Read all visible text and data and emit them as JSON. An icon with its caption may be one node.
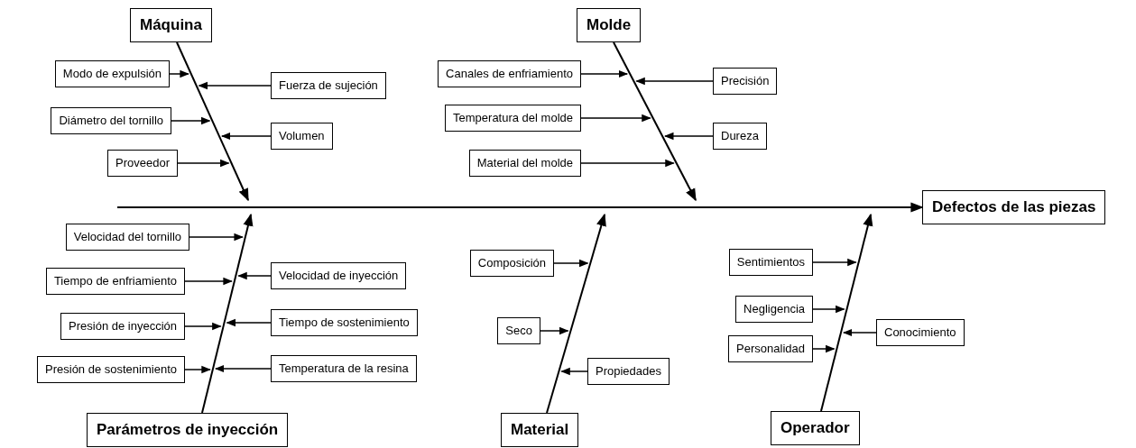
{
  "diagram": {
    "nodes": [
      {
        "text": [
          "Máquina"
        ]
      },
      {
        "text": [
          "Modo de expulsión"
        ]
      },
      {
        "text": [
          "Fuerza de sujeción"
        ]
      },
      {
        "text": [
          "Diámetro del tornillo"
        ]
      },
      {
        "text": [
          "Volumen"
        ]
      },
      {
        "text": [
          "Proveedor"
        ]
      },
      {
        "text": [
          "Molde"
        ]
      },
      {
        "text": [
          "Canales de enfriamiento"
        ]
      },
      {
        "text": [
          "Precisión"
        ]
      },
      {
        "text": [
          "Temperatura del molde"
        ]
      },
      {
        "text": [
          "Dureza"
        ]
      },
      {
        "text": [
          "Material del molde"
        ]
      },
      {
        "text": [
          "Defectos de las piezas"
        ]
      },
      {
        "text": [
          "Velocidad del tornillo"
        ]
      },
      {
        "text": [
          "Tiempo de enfriamiento"
        ]
      },
      {
        "text": [
          "Velocidad de inyección"
        ]
      },
      {
        "text": [
          "Presión de inyección"
        ]
      },
      {
        "text": [
          "Tiempo de sostenimiento"
        ]
      },
      {
        "text": [
          "Presión de sostenimiento"
        ]
      },
      {
        "text": [
          "Temperatura de la resina"
        ]
      },
      {
        "text": [
          "Parámetros de inyección"
        ]
      },
      {
        "text": [
          "Composición"
        ]
      },
      {
        "text": [
          "Seco"
        ]
      },
      {
        "text": [
          "Propiedades"
        ]
      },
      {
        "text": [
          "Material"
        ]
      },
      {
        "text": [
          "Sentimientos"
        ]
      },
      {
        "text": [
          "Negligencia"
        ]
      },
      {
        "text": [
          "Conocimiento"
        ]
      },
      {
        "text": [
          "Personalidad"
        ]
      },
      {
        "text": [
          "Operador"
        ]
      }
    ],
    "edges": [
      {
        "from": null,
        "to": 12,
        "arrow": "to"
      },
      {
        "from": 0,
        "to": null,
        "arrow": "to"
      },
      {
        "from": 1,
        "to": null,
        "arrow": "to"
      },
      {
        "from": 2,
        "to": null,
        "arrow": "to"
      },
      {
        "from": 3,
        "to": null,
        "arrow": "to"
      },
      {
        "from": 4,
        "to": null,
        "arrow": "to"
      },
      {
        "from": 5,
        "to": null,
        "arrow": "to"
      },
      {
        "from": 6,
        "to": null,
        "arrow": "to"
      },
      {
        "from": 7,
        "to": null,
        "arrow": "to"
      },
      {
        "from": 8,
        "to": null,
        "arrow": "to"
      },
      {
        "from": 9,
        "to": null,
        "arrow": "to"
      },
      {
        "from": 10,
        "to": null,
        "arrow": "to"
      },
      {
        "from": 11,
        "to": null,
        "arrow": "to"
      },
      {
        "from": 20,
        "to": null,
        "arrow": "to"
      },
      {
        "from": 13,
        "to": null,
        "arrow": "to"
      },
      {
        "from": 14,
        "to": null,
        "arrow": "to"
      },
      {
        "from": 15,
        "to": null,
        "arrow": "to"
      },
      {
        "from": 16,
        "to": null,
        "arrow": "to"
      },
      {
        "from": 17,
        "to": null,
        "arrow": "to"
      },
      {
        "from": 18,
        "to": null,
        "arrow": "to"
      },
      {
        "from": 19,
        "to": null,
        "arrow": "to"
      },
      {
        "from": 24,
        "to": null,
        "arrow": "to"
      },
      {
        "from": 21,
        "to": null,
        "arrow": "to"
      },
      {
        "from": 22,
        "to": null,
        "arrow": "to"
      },
      {
        "from": 23,
        "to": null,
        "arrow": "to"
      },
      {
        "from": 29,
        "to": null,
        "arrow": "to"
      },
      {
        "from": 25,
        "to": null,
        "arrow": "to"
      },
      {
        "from": 26,
        "to": null,
        "arrow": "to"
      },
      {
        "from": 27,
        "to": null,
        "arrow": "to"
      },
      {
        "from": 28,
        "to": null,
        "arrow": "to"
      }
    ]
  }
}
